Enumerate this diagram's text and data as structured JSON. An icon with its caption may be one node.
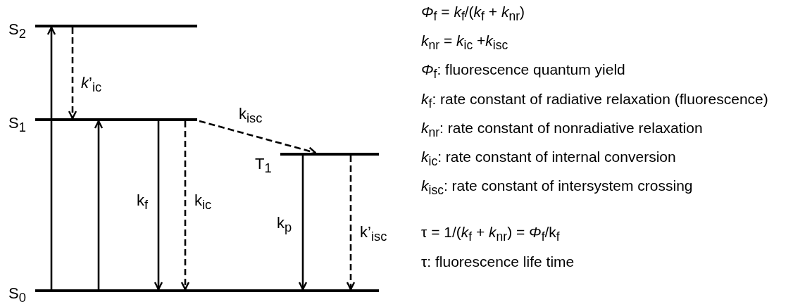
{
  "diagram": {
    "nodes": [
      {
        "text": [],
        "shape": "bar",
        "beside": [
          "S$_{2}$"
        ]
      },
      {
        "text": [],
        "shape": "bar",
        "beside": [
          "S$_{1}$"
        ]
      },
      {
        "text": [],
        "shape": "bar",
        "beside": [
          "T$_{1}$"
        ]
      },
      {
        "text": [],
        "shape": "bar",
        "beside": [
          "S$_{0}$"
        ]
      }
    ],
    "edges": [
      {
        "from": 3,
        "to": 0,
        "arrow": "to"
      },
      {
        "from": 0,
        "to": 1,
        "arrow": "to",
        "style": "dashed",
        "label": "*k*’$_{ic}$"
      },
      {
        "from": 3,
        "to": 1,
        "arrow": "to"
      },
      {
        "from": 1,
        "to": 3,
        "arrow": "to",
        "label": "k$_{f}$"
      },
      {
        "from": 1,
        "to": 3,
        "arrow": "to",
        "style": "dashed",
        "label": "k$_{ic}$"
      },
      {
        "from": 1,
        "to": 2,
        "arrow": "to",
        "style": "dashed",
        "label": "k$_{isc}$"
      },
      {
        "from": 2,
        "to": 3,
        "arrow": "to",
        "label": "k$_{p}$"
      },
      {
        "from": 2,
        "to": 3,
        "arrow": "to",
        "style": "dashed",
        "label": "k’$_{isc}$"
      }
    ],
    "labels": [
      "*Φ*$_{f}$ = *k*$_{f}$/(*k*$_{f}$ + *k*$_{nr}$)",
      "*k*$_{nr}$ = *k*$_{ic}$ +*k*$_{isc}$",
      "*Φ*$_{f}$: fluorescence quantum yield",
      "*k*$_{f}$: rate constant of radiative relaxation (fluorescence)",
      "*k*$_{nr}$: rate constant of nonradiative relaxation",
      "*k*$_{ic}$: rate constant of internal conversion",
      "*k*$_{isc}$: rate constant of intersystem crossing",
      "τ = 1/(*k*$_{f}$ + *k*$_{nr}$) = *Φ*$_{f}$/k$_{f}$",
      "τ: fluorescence life time"
    ]
  }
}
